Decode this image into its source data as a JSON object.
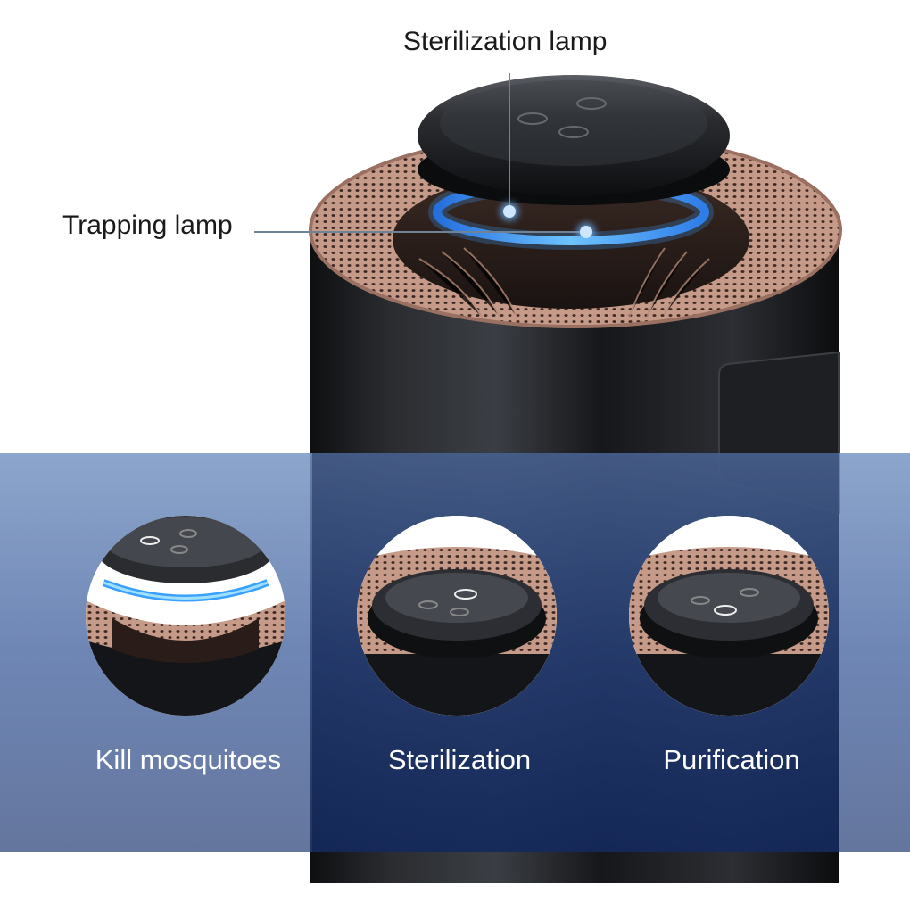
{
  "callouts": {
    "sterilization_lamp": "Sterilization lamp",
    "trapping_lamp": "Trapping lamp"
  },
  "features": [
    {
      "label": "Kill mosquitoes"
    },
    {
      "label": "Sterilization"
    },
    {
      "label": "Purification"
    }
  ],
  "colors": {
    "device_body": "#1c1d20",
    "mesh_rose_gold": "#b48a7a",
    "uv_glow": "#3aa0ff",
    "band_blue": "#4a6aa5"
  }
}
